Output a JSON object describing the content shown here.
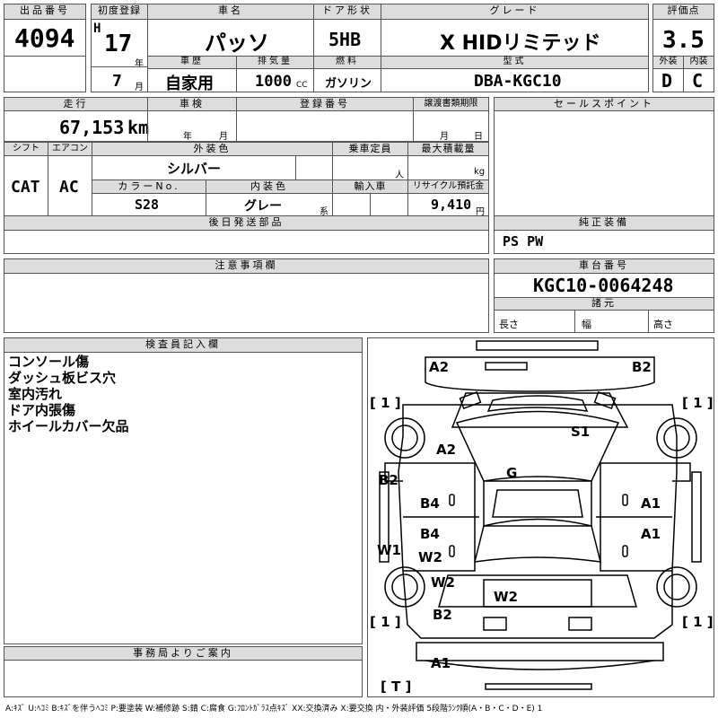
{
  "header": {
    "lot_label": "出品番号",
    "lot_no": "4094",
    "first_reg_label": "初度登録",
    "era": "H",
    "year": "17",
    "year_unit": "年",
    "month": "7",
    "month_unit": "月",
    "car_name_label": "車名",
    "car_name": "パッソ",
    "door_label": "ドア形状",
    "door": "5HB",
    "grade_label": "グレード",
    "grade": "X HIDリミテッド",
    "score_label": "評価点",
    "score": "3.5",
    "history_label": "車歴",
    "history": "自家用",
    "displacement_label": "排気量",
    "displacement": "1000",
    "displacement_unit": "CC",
    "fuel_label": "燃料",
    "fuel": "ガソリン",
    "model_label": "型式",
    "model": "DBA-KGC10",
    "ext_label": "外装",
    "ext_score": "D",
    "int_label": "内装",
    "int_score": "C"
  },
  "middle": {
    "mileage_label": "走行",
    "mileage": "67,153",
    "mileage_unit": "km",
    "inspection_label": "車検",
    "insp_year_unit": "年",
    "insp_month_unit": "月",
    "reg_no_label": "登録番号",
    "transfer_label": "譲渡書類期限",
    "transfer_month_unit": "月",
    "transfer_day_unit": "日",
    "shift_label": "シフト",
    "shift": "CAT",
    "ac_label": "エアコン",
    "ac": "AC",
    "ext_color_label": "外装色",
    "ext_color": "シルバー",
    "capacity_label": "乗車定員",
    "capacity_unit": "人",
    "load_label": "最大積載量",
    "load_unit": "kg",
    "color_no_label": "カラーNo.",
    "color_no": "S28",
    "int_color_label": "内装色",
    "int_color": "グレー",
    "int_color_suffix": "系",
    "import_label": "輸入車",
    "recycle_label": "リサイクル預託金",
    "recycle": "9,410",
    "recycle_unit": "円",
    "later_parts_label": "後日発送部品",
    "sales_point_label": "セールスポイント",
    "equipment_label": "純正装備",
    "equipment": "PS PW",
    "notes_label": "注意事項欄",
    "chassis_label": "車台番号",
    "chassis": "KGC10-0064248",
    "specs_label": "諸元",
    "length_label": "長さ",
    "width_label": "幅",
    "height_label": "高さ"
  },
  "inspector": {
    "label": "検査員記入欄",
    "remarks": [
      "コンソール傷",
      "ダッシュ板ビス穴",
      "室内汚れ",
      "ドア内張傷",
      "ホイールカバー欠品"
    ]
  },
  "office": {
    "label": "事務局よりご案内"
  },
  "diagram": {
    "marks": [
      "A2",
      "B2",
      "[ 1 ]",
      "[ 1 ]",
      "S1",
      "A2",
      "G",
      "B2",
      "B4",
      "A1",
      "B4",
      "A1",
      "W1",
      "W2",
      "W2",
      "W2",
      "B2",
      "[ 1 ]",
      "[ 1 ]",
      "A1",
      "[ T ]"
    ]
  },
  "legend": "A:ｷｽﾞ U:ﾍｺﾐ B:ｷｽﾞを伴うﾍｺﾐ P:要塗装 W:補修跡 S:錆 C:腐食 G:ﾌﾛﾝﾄｶﾞﾗｽ点ｷｽﾞ XX:交換済み X:要交換 内・外装評価 5段階ﾗﾝｸ順(A・B・C・D・E) 1"
}
